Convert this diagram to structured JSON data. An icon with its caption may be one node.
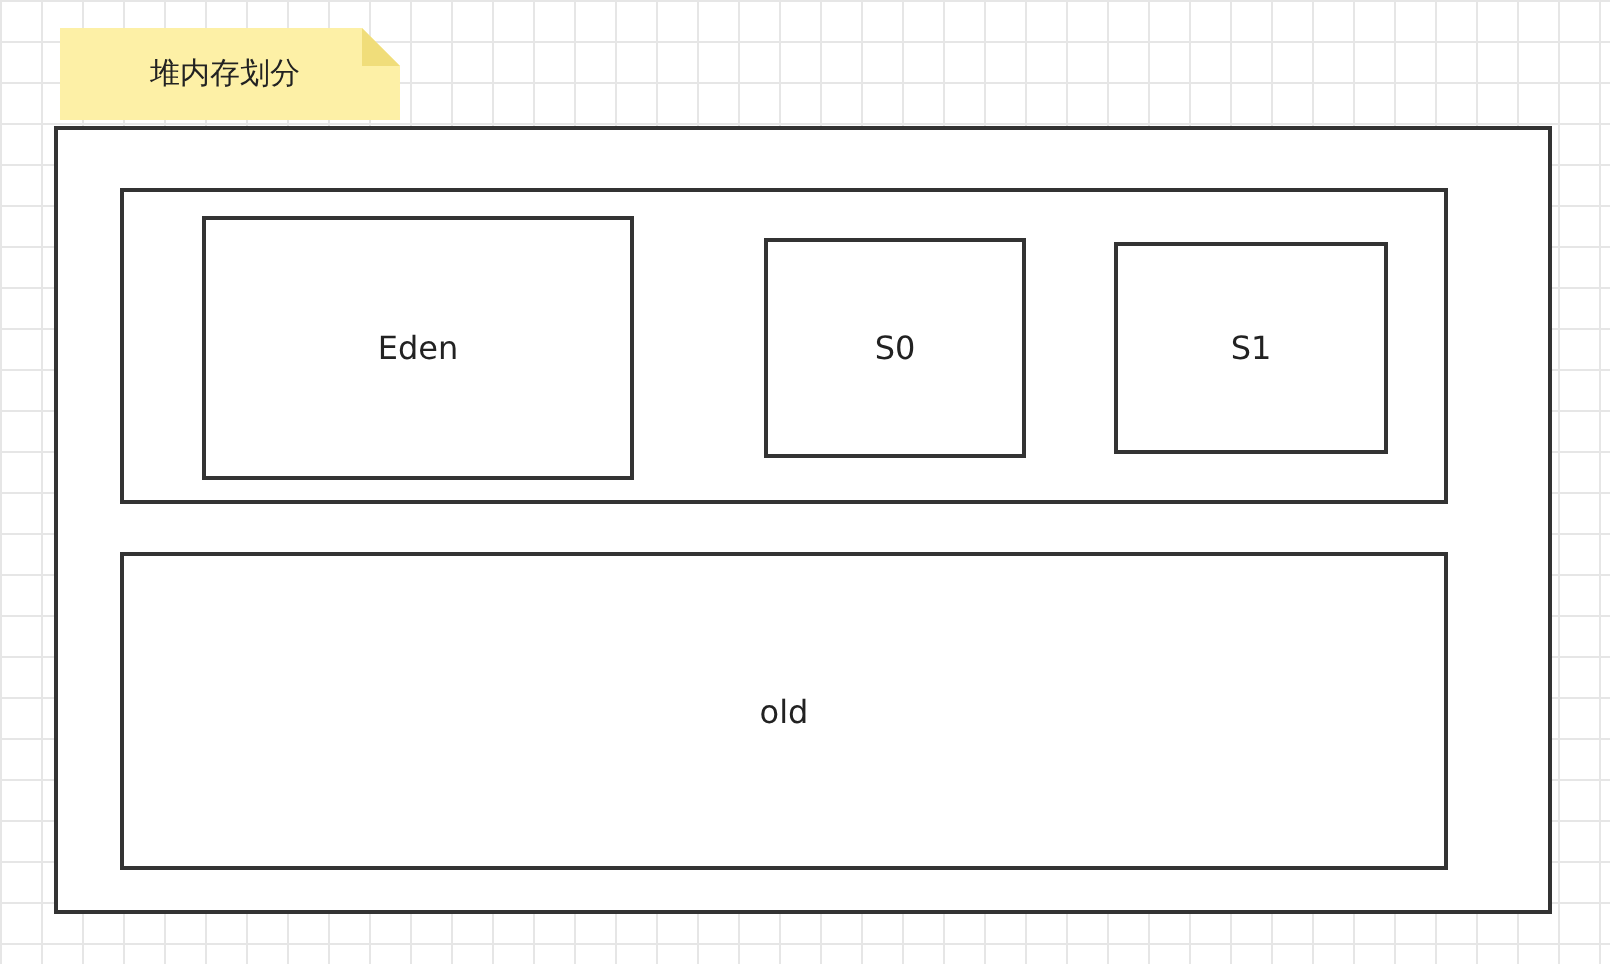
{
  "diagram": {
    "nodes": [
      {
        "text": [
          "堆内存划分"
        ]
      },
      {
        "text": [],
        "shape": "box"
      },
      {
        "text": [],
        "shape": "box",
        "in": 1
      },
      {
        "text": [
          "Eden"
        ],
        "in": 2
      },
      {
        "text": [
          "S0"
        ],
        "in": 2
      },
      {
        "text": [
          "S1"
        ],
        "in": 2
      },
      {
        "text": [
          "old"
        ],
        "in": 1
      }
    ]
  }
}
